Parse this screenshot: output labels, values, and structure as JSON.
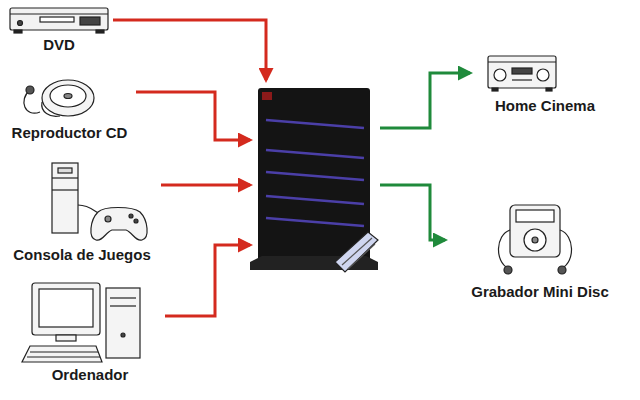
{
  "diagram": {
    "nodes": [
      {
        "text": [
          "DVD"
        ]
      },
      {
        "text": [
          "Reproductor CD"
        ]
      },
      {
        "text": [
          "Consola de Juegos"
        ]
      },
      {
        "text": [
          "Ordenador"
        ]
      },
      {
        "text": []
      },
      {
        "text": [
          "Home Cinema"
        ]
      },
      {
        "text": [
          "Grabador Mini Disc"
        ]
      }
    ],
    "edges": [
      {
        "from": 0,
        "to": 4,
        "arrow": "to"
      },
      {
        "from": 1,
        "to": 4,
        "arrow": "to"
      },
      {
        "from": 2,
        "to": 4,
        "arrow": "to"
      },
      {
        "from": 3,
        "to": 4,
        "arrow": "to"
      },
      {
        "from": 4,
        "to": 5,
        "arrow": "to"
      },
      {
        "from": 4,
        "to": 6,
        "arrow": "to"
      }
    ]
  }
}
